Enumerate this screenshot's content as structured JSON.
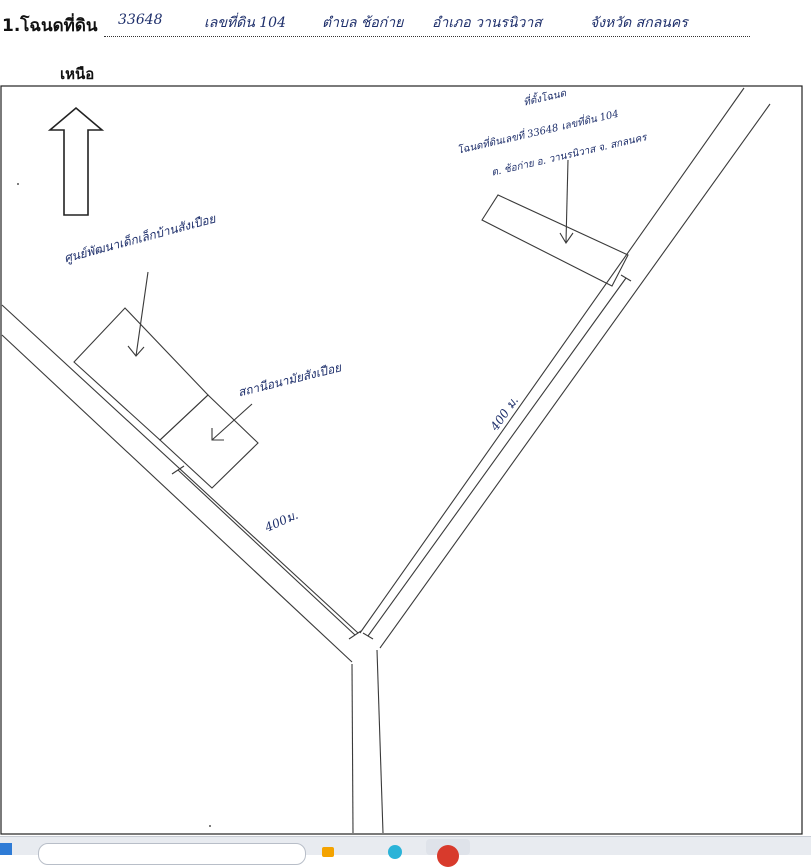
{
  "header": {
    "label": "1.โฉนดที่ดิน",
    "field_text": {
      "deed_number": "33648",
      "land_number": "เลขที่ดิน 104",
      "subdistrict": "ตำบล ช้อก่าย",
      "district": "อำเภอ วานรนิวาส",
      "province": "จังหวัด สกลนคร"
    }
  },
  "map": {
    "north_label": "เหนือ",
    "annotations": {
      "childcare_center": "ศูนย์พัฒนาเด็กเล็กบ้านสังเปือย",
      "health_station": "สถานีอนามัยสังเปือย",
      "parcel_line1": "โฉนดที่ดินเลขที่ 33648 เลขที่ดิน 104",
      "parcel_line2": "ต. ช้อก่าย อ. วานรนิวาส จ. สกลนคร",
      "parcel_top": "ที่ตั้งโฉนด",
      "dist_left": "400ม.",
      "dist_right": "400 ม."
    }
  },
  "colors": {
    "ink": "#1e2f6b",
    "line": "#3a3a3a",
    "taskbar": "#e8ebf0",
    "icon_orange": "#f4a300",
    "icon_teal": "#2ab3d8",
    "icon_red": "#d83a2c"
  },
  "taskbar": {
    "icons": [
      "windows-icon",
      "search-box",
      "folder-icon",
      "edge-icon",
      "chrome-icon"
    ]
  }
}
